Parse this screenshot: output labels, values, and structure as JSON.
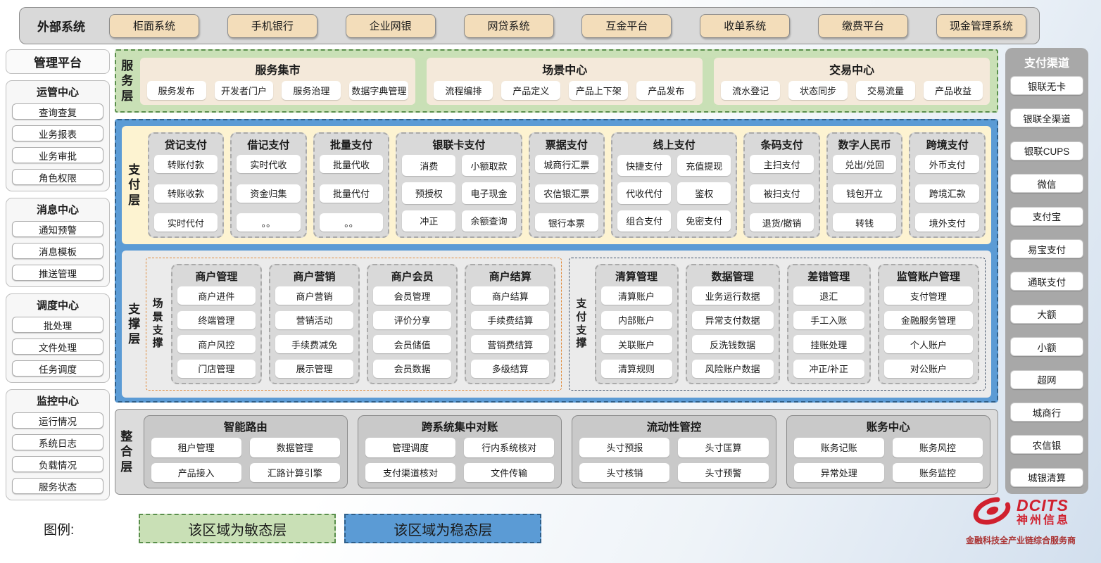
{
  "external_systems": {
    "title": "外部系统",
    "items": [
      "柜面系统",
      "手机银行",
      "企业网银",
      "网贷系统",
      "互金平台",
      "收单系统",
      "缴费平台",
      "现金管理系统"
    ]
  },
  "management_platform": {
    "title": "管理平台",
    "groups": [
      {
        "title": "运管中心",
        "items": [
          "查询查复",
          "业务报表",
          "业务审批",
          "角色权限"
        ]
      },
      {
        "title": "消息中心",
        "items": [
          "通知预警",
          "消息模板",
          "推送管理"
        ]
      },
      {
        "title": "调度中心",
        "items": [
          "批处理",
          "文件处理",
          "任务调度"
        ]
      },
      {
        "title": "监控中心",
        "items": [
          "运行情况",
          "系统日志",
          "负载情况",
          "服务状态"
        ]
      }
    ]
  },
  "service_layer": {
    "label": "服务层",
    "groups": [
      {
        "title": "服务集市",
        "items": [
          "服务发布",
          "开发者门户",
          "服务治理",
          "数据字典管理"
        ]
      },
      {
        "title": "场景中心",
        "items": [
          "流程编排",
          "产品定义",
          "产品上下架",
          "产品发布"
        ]
      },
      {
        "title": "交易中心",
        "items": [
          "流水登记",
          "状态同步",
          "交易流量",
          "产品收益"
        ]
      }
    ]
  },
  "payment_layer": {
    "label": "支付层",
    "columns": [
      {
        "title": "贷记支付",
        "items": [
          "转账付款",
          "转账收款",
          "实时代付"
        ]
      },
      {
        "title": "借记支付",
        "items": [
          "实时代收",
          "资金归集",
          "。。"
        ]
      },
      {
        "title": "批量支付",
        "items": [
          "批量代收",
          "批量代付",
          "。。"
        ]
      },
      {
        "title": "银联卡支付",
        "items": [
          "消费",
          "小额取款",
          "预授权",
          "电子现金",
          "冲正",
          "余额查询"
        ]
      },
      {
        "title": "票据支付",
        "items": [
          "城商行汇票",
          "农信银汇票",
          "银行本票"
        ]
      },
      {
        "title": "线上支付",
        "items": [
          "快捷支付",
          "充值提现",
          "代收代付",
          "鉴权",
          "组合支付",
          "免密支付"
        ]
      },
      {
        "title": "条码支付",
        "items": [
          "主扫支付",
          "被扫支付",
          "退货/撤销"
        ]
      },
      {
        "title": "数字人民币",
        "items": [
          "兑出/兑回",
          "钱包开立",
          "转钱"
        ]
      },
      {
        "title": "跨境支付",
        "items": [
          "外币支付",
          "跨境汇款",
          "境外支付"
        ]
      }
    ]
  },
  "support_layer": {
    "label": "支撑层",
    "sections": [
      {
        "label": "场景支撑",
        "columns": [
          {
            "title": "商户管理",
            "items": [
              "商户进件",
              "终端管理",
              "商户风控",
              "门店管理"
            ]
          },
          {
            "title": "商户营销",
            "items": [
              "商户营销",
              "营销活动",
              "手续费减免",
              "展示管理"
            ]
          },
          {
            "title": "商户会员",
            "items": [
              "会员管理",
              "评价分享",
              "会员储值",
              "会员数据"
            ]
          },
          {
            "title": "商户结算",
            "items": [
              "商户结算",
              "手续费结算",
              "营销费结算",
              "多级结算"
            ]
          }
        ]
      },
      {
        "label": "支付支撑",
        "columns": [
          {
            "title": "清算管理",
            "items": [
              "清算账户",
              "内部账户",
              "关联账户",
              "清算规则"
            ]
          },
          {
            "title": "数据管理",
            "items": [
              "业务运行数据",
              "异常支付数据",
              "反洗钱数据",
              "风险账户数据"
            ]
          },
          {
            "title": "差错管理",
            "items": [
              "退汇",
              "手工入账",
              "挂账处理",
              "冲正/补正"
            ]
          },
          {
            "title": "监管账户管理",
            "items": [
              "支付管理",
              "金融服务管理",
              "个人账户",
              "对公账户"
            ]
          }
        ]
      }
    ]
  },
  "integration_layer": {
    "label": "整合层",
    "groups": [
      {
        "title": "智能路由",
        "items": [
          "租户管理",
          "数据管理",
          "产品接入",
          "汇路计算引擎"
        ]
      },
      {
        "title": "跨系统集中对账",
        "items": [
          "管理调度",
          "行内系统核对",
          "支付渠道核对",
          "文件传输"
        ]
      },
      {
        "title": "流动性管控",
        "items": [
          "头寸预报",
          "头寸匡算",
          "头寸核销",
          "头寸预警"
        ]
      },
      {
        "title": "账务中心",
        "items": [
          "账务记账",
          "账务风控",
          "异常处理",
          "账务监控"
        ]
      }
    ]
  },
  "payment_channels": {
    "title": "支付渠道",
    "items": [
      "银联无卡",
      "银联全渠道",
      "银联CUPS",
      "微信",
      "支付宝",
      "易宝支付",
      "通联支付",
      "大额",
      "小额",
      "超网",
      "城商行",
      "农信银",
      "城银清算"
    ]
  },
  "legend": {
    "label": "图例:",
    "agile_label": "该区域为敏态层",
    "stable_label": "该区域为稳态层"
  },
  "logo": {
    "brand": "DCITS",
    "company": "神州信息",
    "tagline": "金融科技全产业链综合服务商"
  },
  "colors": {
    "agile_green": "#c9e0b6",
    "stable_blue": "#5b9bd5",
    "panel_yellow": "#fdf3d1",
    "accent_tan": "#f3ddba",
    "brand_red": "#d0202e"
  }
}
